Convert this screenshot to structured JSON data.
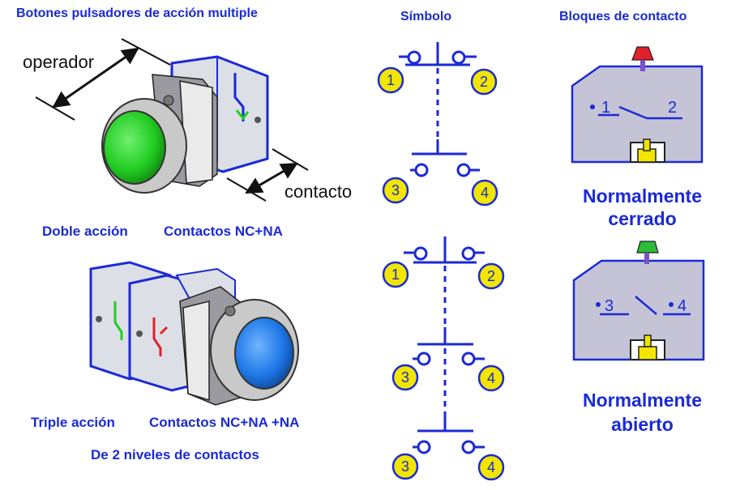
{
  "left": {
    "title": "Botones pulsadores de acción multiple",
    "operator_label": "operador",
    "contact_label": "contacto",
    "top_caption_a": "Doble acción",
    "top_caption_b": "Contactos NC+NA",
    "bottom_caption_a": "Triple acción",
    "bottom_caption_b": "Contactos NC+NA +NA",
    "levels_caption": "De 2 niveles de contactos"
  },
  "middle": {
    "title": "Símbolo",
    "numbers": {
      "n1": "1",
      "n2": "2",
      "n3": "3",
      "n4": "4"
    }
  },
  "right": {
    "title": "Bloques de contacto",
    "nc_block": {
      "left_terminal": "1",
      "right_terminal": "2",
      "label_line1": "Normalmente",
      "label_line2": "cerrado"
    },
    "no_block": {
      "left_terminal": "3",
      "right_terminal": "4",
      "label_line1": "Normalmente",
      "label_line2": "abierto"
    }
  },
  "colors": {
    "text_blue": "#1a2ad6",
    "symbol_blue": "#1a2ad6",
    "number_fill": "#f2e600",
    "block_fill": "#c4c4d6",
    "nc_actuator": "#e0202a",
    "no_actuator": "#2dbb3a",
    "green_button": "#22cc22",
    "blue_button": "#1e78e6"
  }
}
